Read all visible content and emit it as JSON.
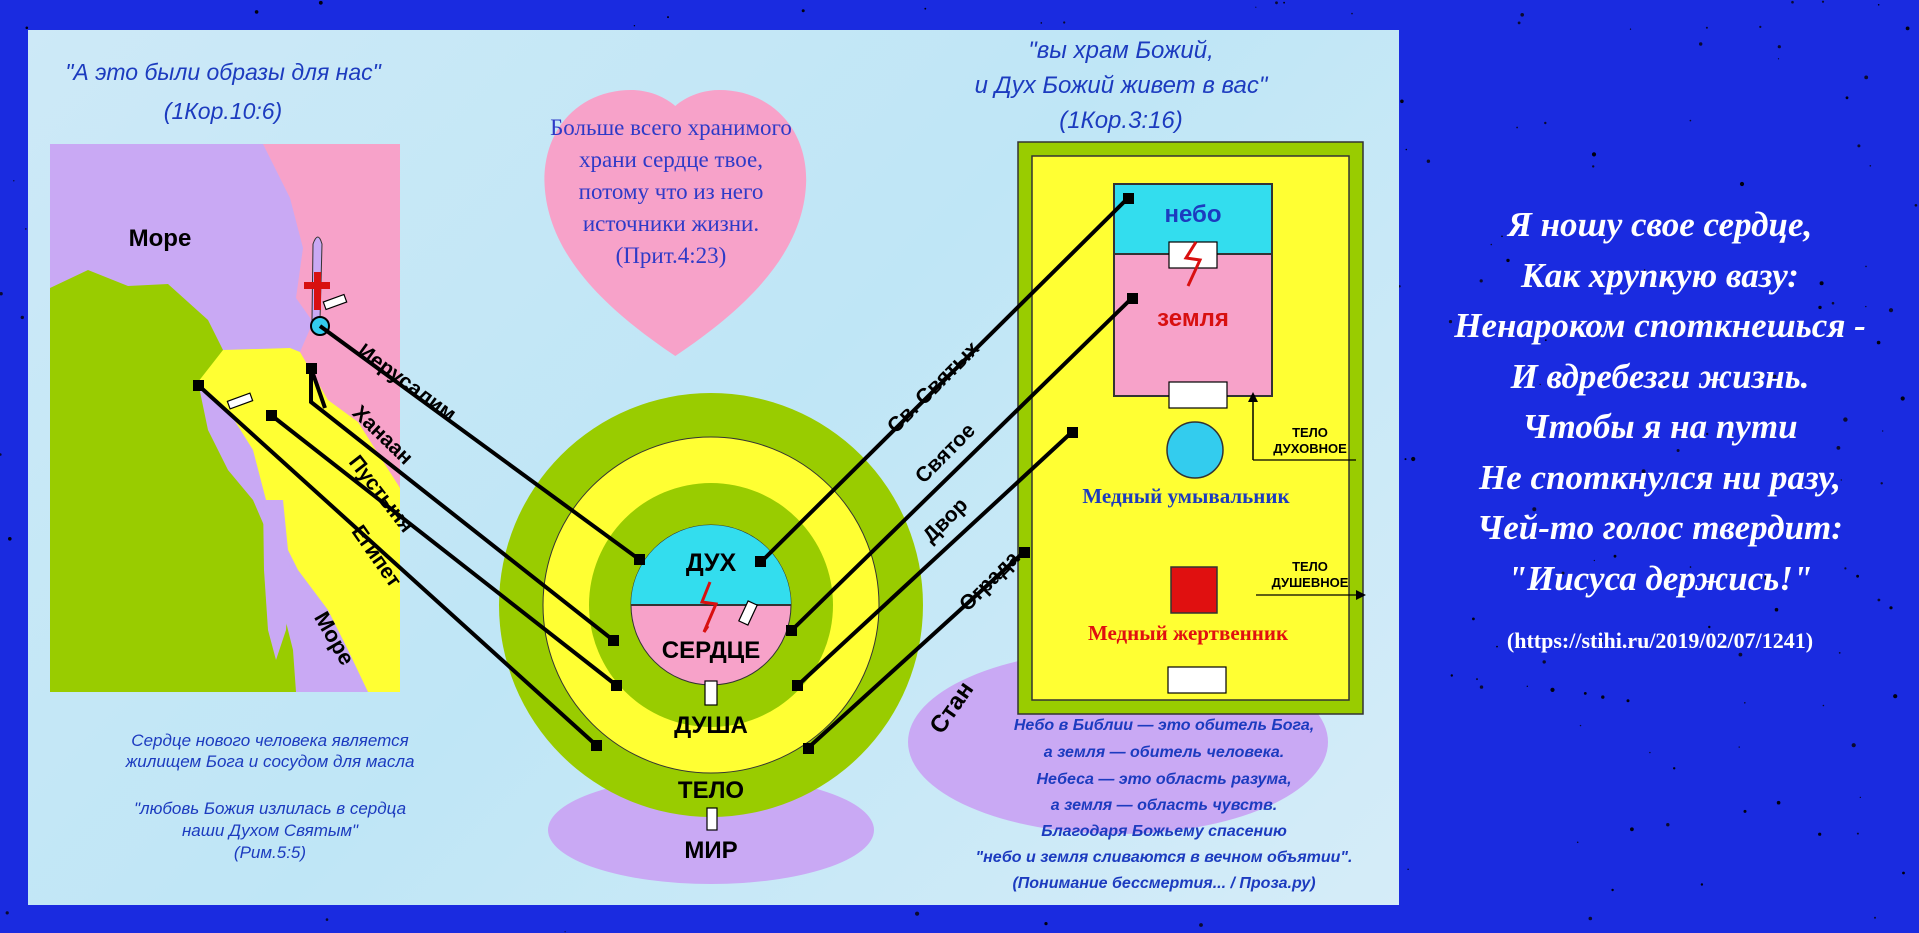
{
  "colors": {
    "background": "#1a2be0",
    "panel": "#c6e8f6",
    "sea": "#c9a9f4",
    "land_green": "#99cc00",
    "canaan": "#f7a2c9",
    "desert": "#ffff33",
    "heart": "#f7a2c9",
    "spirit_cyan": "#33ddee",
    "temple_frame": "#99cc00",
    "accent_red": "#e01010",
    "basin_label": "#1c3bbf"
  },
  "left_quote": {
    "line1": "\"А это были образы для нас\"",
    "line2": "(1Кор.10:6)"
  },
  "right_quote": {
    "line1": "\"вы храм Божий,",
    "line2": "и Дух Божий живет в вас\"",
    "line3": "(1Кор.3:16)"
  },
  "heart": {
    "lines": [
      "Больше всего хранимого",
      "храни сердце твое,",
      "потому что из него",
      "источники жизни.",
      "(Прит.4:23)"
    ]
  },
  "map": {
    "sea_top": "Море",
    "sea_bottom": "Море",
    "labels": [
      "Иерусалим",
      "Ханаан",
      "Пустыня",
      "Египет"
    ]
  },
  "circles": {
    "spirit": "ДУХ",
    "heart": "СЕРДЦЕ",
    "soul": "ДУША",
    "body": "ТЕЛО",
    "world": "МИР"
  },
  "temple_lines": [
    "Св. Святых",
    "Святое",
    "Двор",
    "Ограда",
    "Стан"
  ],
  "temple": {
    "heaven": "небо",
    "earth": "земля",
    "body_spiritual_line1": "ТЕЛО",
    "body_spiritual_line2": "ДУХОВНОЕ",
    "basin": "Медный умывальник",
    "body_soul_line1": "ТЕЛО",
    "body_soul_line2": "ДУШЕВНОЕ",
    "altar": "Медный жертвенник"
  },
  "left_note": {
    "line1": "Сердце нового человека является",
    "line2": "жилищем Бога и сосудом для масла",
    "line3": "\"любовь Божия излилась в сердца",
    "line4": "наши Духом Святым\"",
    "line5": "(Рим.5:5)"
  },
  "right_note": {
    "lines": [
      "Небо в Библии — это обитель Бога,",
      "а земля — обитель человека.",
      "Небеса — это область разума,",
      "а земля — область чувств.",
      "Благодаря Божьему спасению",
      "\"небо и земля сливаются в вечном объятии\".",
      "(Понимание бессмертия... / Проза.ру)"
    ]
  },
  "poem": {
    "lines": [
      "Я ношу свое сердце,",
      "Как хрупкую вазу:",
      "Ненароком споткнешься -",
      "И вдребезги жизнь.",
      "Чтобы я на пути",
      "Не споткнулся ни разу,",
      "Чей-то голос твердит:",
      "\"Иисуса держись!\""
    ],
    "source": "(https://stihi.ru/2019/02/07/1241)"
  }
}
